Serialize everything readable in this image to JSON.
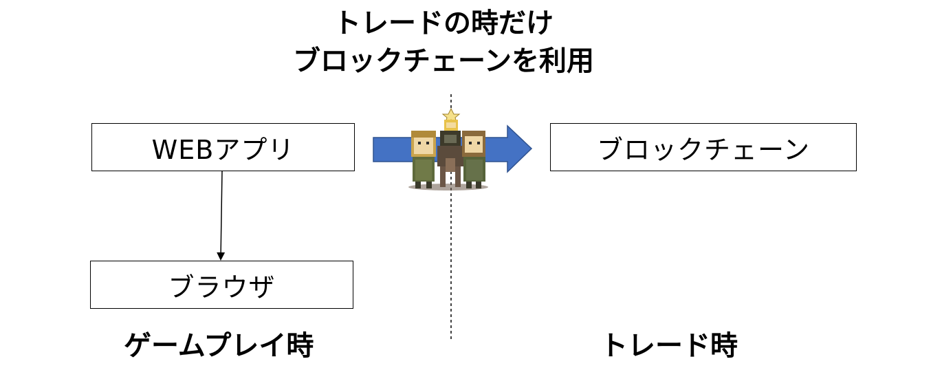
{
  "title": {
    "line1": "トレードの時だけ",
    "line2": "ブロックチェーンを利用"
  },
  "boxes": {
    "webapp": "WEBアプリ",
    "browser": "ブラウザ",
    "blockchain": "ブロックチェーン"
  },
  "captions": {
    "gameplay": "ゲームプレイ時",
    "trade": "トレード時"
  },
  "colors": {
    "arrow_fill": "#4472C4",
    "arrow_stroke": "#2F528F",
    "line": "#000000"
  },
  "icons": {
    "characters": "pixel-art-travelers-icon"
  }
}
